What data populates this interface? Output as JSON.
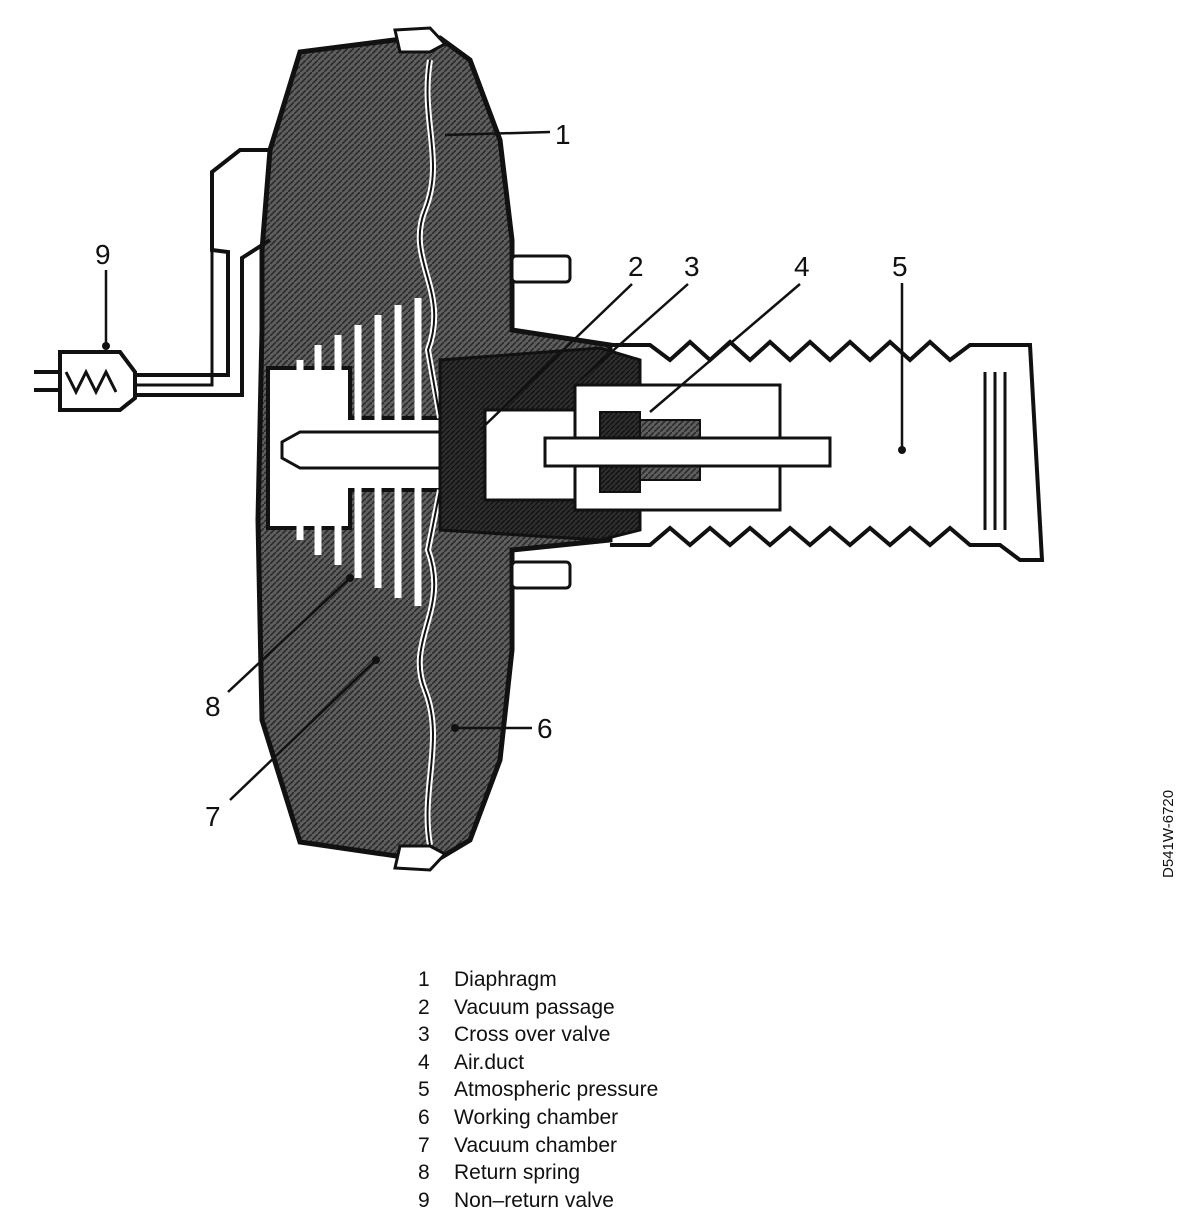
{
  "callouts": [
    "1",
    "2",
    "3",
    "4",
    "5",
    "6",
    "7",
    "8",
    "9"
  ],
  "legend": [
    {
      "num": "1",
      "label": "Diaphragm"
    },
    {
      "num": "2",
      "label": "Vacuum passage"
    },
    {
      "num": "3",
      "label": "Cross over valve"
    },
    {
      "num": "4",
      "label": "Air.duct"
    },
    {
      "num": "5",
      "label": "Atmospheric pressure"
    },
    {
      "num": "6",
      "label": "Working chamber"
    },
    {
      "num": "7",
      "label": "Vacuum chamber"
    },
    {
      "num": "8",
      "label": "Return spring"
    },
    {
      "num": "9",
      "label": "Non–return valve"
    }
  ],
  "figure_code": "D541W-6720",
  "colors": {
    "ink": "#111111",
    "shade_dark": "#333333",
    "shade_mid": "#6a6a6a",
    "paper": "#ffffff"
  }
}
